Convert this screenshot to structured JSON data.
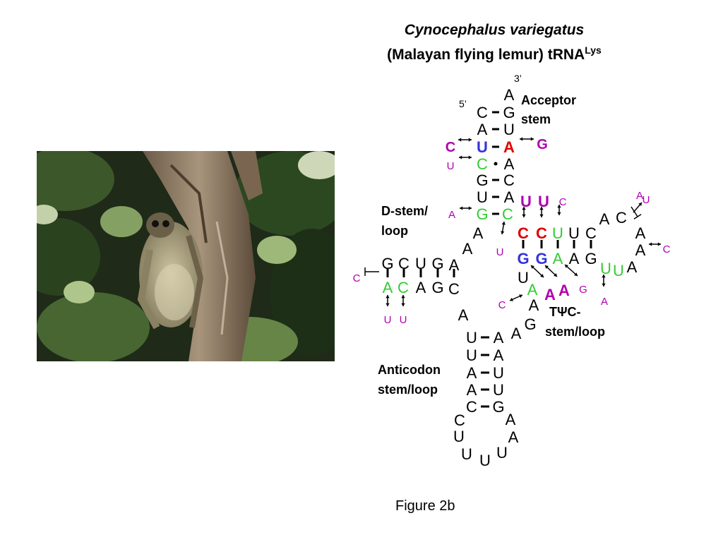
{
  "title": {
    "species": "Cynocephalus variegatus",
    "common_prefix": "(Malayan flying lemur) tRNA",
    "superscript": "Lys"
  },
  "caption": "Figure 2b",
  "colors": {
    "black": "#000000",
    "green": "#33cc33",
    "blue": "#3333dd",
    "red": "#e00000",
    "purple": "#b000b0"
  },
  "labels": {
    "five_prime": "5’",
    "three_prime": "3’",
    "acceptor_1": "Acceptor",
    "acceptor_2": "stem",
    "dstem_1": "D-stem/",
    "dstem_2": "loop",
    "tpsic_1": "TΨC-",
    "tpsic_2": "stem/loop",
    "anticodon_1": "Anticodon",
    "anticodon_2": "stem/loop"
  },
  "nucleotides": [
    {
      "t": "A",
      "c": "black"
    },
    {
      "t": "C",
      "c": "black"
    },
    {
      "t": "G",
      "c": "black"
    },
    {
      "t": "A",
      "c": "black"
    },
    {
      "t": "U",
      "c": "black"
    },
    {
      "t": "U",
      "c": "blue",
      "b": true
    },
    {
      "t": "A",
      "c": "red",
      "b": true
    },
    {
      "t": "C",
      "c": "green"
    },
    {
      "t": "A",
      "c": "black"
    },
    {
      "t": "G",
      "c": "black"
    },
    {
      "t": "C",
      "c": "black"
    },
    {
      "t": "U",
      "c": "black"
    },
    {
      "t": "A",
      "c": "black"
    },
    {
      "t": "G",
      "c": "green"
    },
    {
      "t": "C",
      "c": "green"
    },
    {
      "t": "A",
      "c": "black"
    },
    {
      "t": "A",
      "c": "black"
    },
    {
      "t": "A",
      "c": "black"
    },
    {
      "t": "G",
      "c": "black"
    },
    {
      "t": "U",
      "c": "black"
    },
    {
      "t": "C",
      "c": "black"
    },
    {
      "t": "G",
      "c": "black"
    },
    {
      "t": "A",
      "c": "green"
    },
    {
      "t": "C",
      "c": "green"
    },
    {
      "t": "A",
      "c": "black"
    },
    {
      "t": "G",
      "c": "black"
    },
    {
      "t": "C",
      "c": "black"
    },
    {
      "t": "A",
      "c": "black"
    },
    {
      "t": "U",
      "c": "black"
    },
    {
      "t": "A",
      "c": "black"
    },
    {
      "t": "U",
      "c": "black"
    },
    {
      "t": "A",
      "c": "black"
    },
    {
      "t": "A",
      "c": "black"
    },
    {
      "t": "U",
      "c": "black"
    },
    {
      "t": "A",
      "c": "black"
    },
    {
      "t": "U",
      "c": "black"
    },
    {
      "t": "C",
      "c": "black"
    },
    {
      "t": "G",
      "c": "black"
    },
    {
      "t": "C",
      "c": "black"
    },
    {
      "t": "U",
      "c": "black"
    },
    {
      "t": "U",
      "c": "black"
    },
    {
      "t": "U",
      "c": "black"
    },
    {
      "t": "U",
      "c": "black"
    },
    {
      "t": "A",
      "c": "black"
    },
    {
      "t": "A",
      "c": "black"
    },
    {
      "t": "A",
      "c": "black"
    },
    {
      "t": "G",
      "c": "black"
    },
    {
      "t": "A",
      "c": "black"
    },
    {
      "t": "U",
      "c": "purple",
      "b": true
    },
    {
      "t": "U",
      "c": "purple",
      "b": true
    },
    {
      "t": "C",
      "c": "red",
      "b": true
    },
    {
      "t": "C",
      "c": "red",
      "b": true
    },
    {
      "t": "U",
      "c": "green"
    },
    {
      "t": "U",
      "c": "black"
    },
    {
      "t": "C",
      "c": "black"
    },
    {
      "t": "G",
      "c": "blue",
      "b": true
    },
    {
      "t": "G",
      "c": "blue",
      "b": true
    },
    {
      "t": "A",
      "c": "green"
    },
    {
      "t": "A",
      "c": "black"
    },
    {
      "t": "G",
      "c": "black"
    },
    {
      "t": "U",
      "c": "black"
    },
    {
      "t": "A",
      "c": "green"
    },
    {
      "t": "A",
      "c": "purple",
      "b": true
    },
    {
      "t": "A",
      "c": "purple",
      "b": true
    },
    {
      "t": "A",
      "c": "black"
    },
    {
      "t": "C",
      "c": "black"
    },
    {
      "t": "A",
      "c": "black"
    },
    {
      "t": "A",
      "c": "black"
    },
    {
      "t": "U",
      "c": "green"
    },
    {
      "t": "U",
      "c": "green"
    },
    {
      "t": "A",
      "c": "black"
    },
    {
      "t": "C",
      "c": "black"
    }
  ],
  "variants": [
    {
      "t": "C",
      "c": "purple",
      "b": true
    },
    {
      "t": "G",
      "c": "purple",
      "b": true
    },
    {
      "t": "U",
      "c": "purple"
    },
    {
      "t": "A",
      "c": "purple"
    },
    {
      "t": "C",
      "c": "purple"
    },
    {
      "t": "U",
      "c": "purple"
    },
    {
      "t": "U",
      "c": "purple"
    },
    {
      "t": "U",
      "c": "purple"
    },
    {
      "t": "C",
      "c": "purple"
    },
    {
      "t": "C",
      "c": "purple"
    },
    {
      "t": "A",
      "c": "purple"
    },
    {
      "t": "C",
      "c": "purple"
    },
    {
      "t": "A",
      "c": "purple"
    },
    {
      "t": "G",
      "c": "purple"
    },
    {
      "t": "U",
      "c": "purple"
    }
  ]
}
